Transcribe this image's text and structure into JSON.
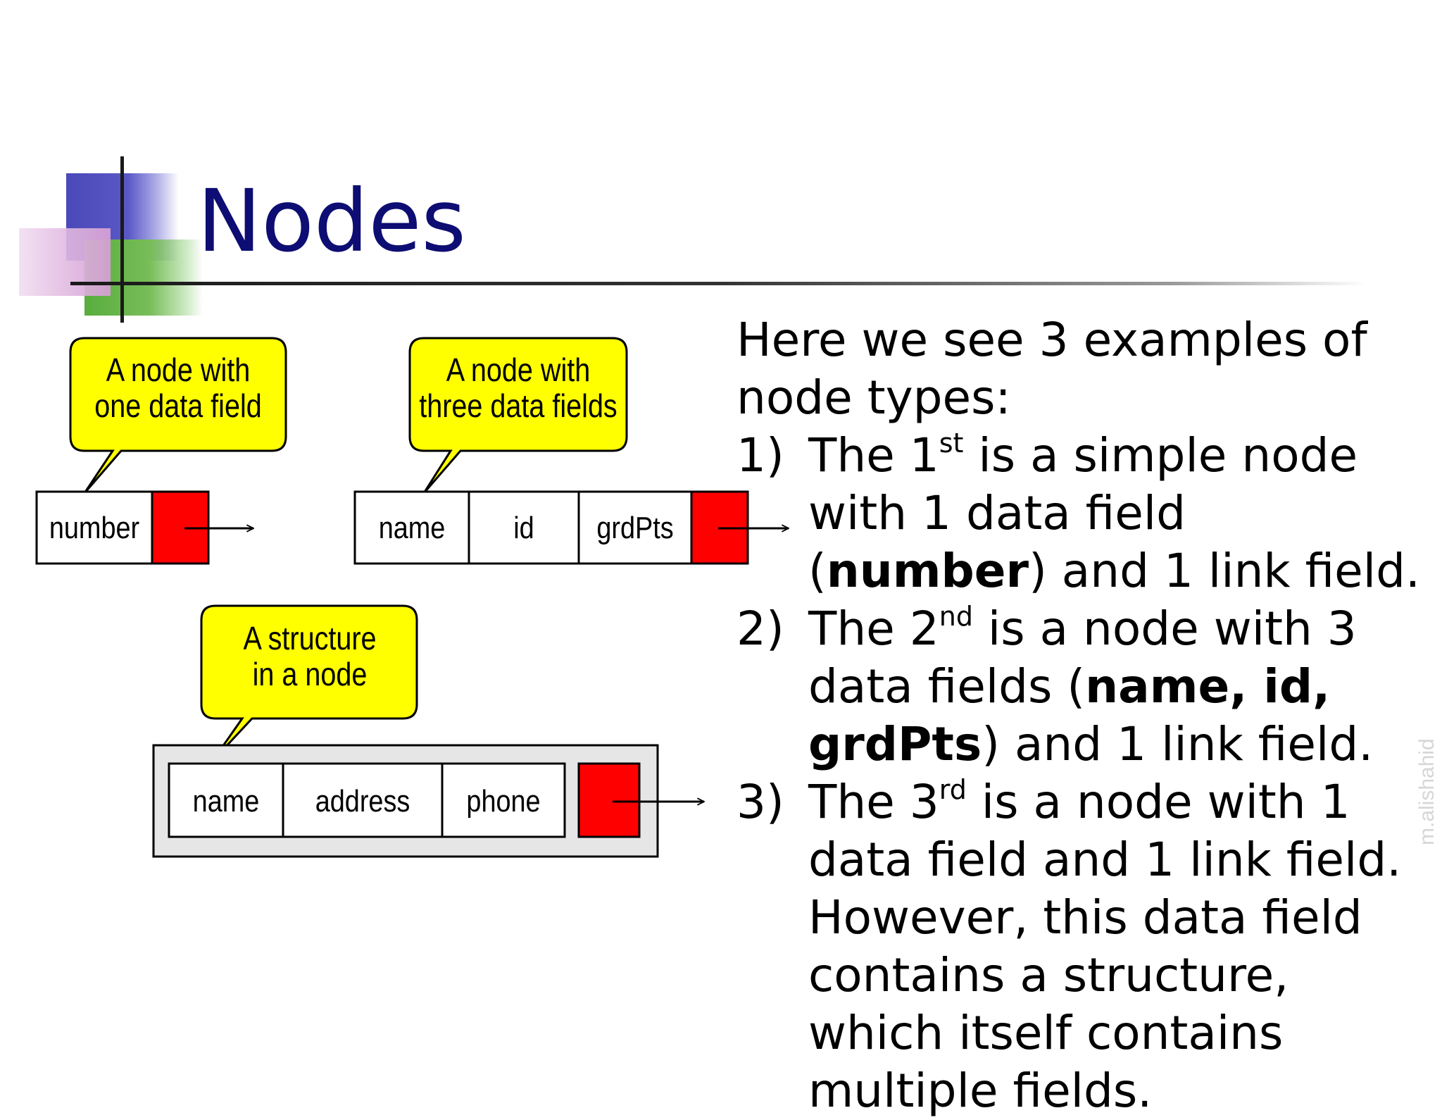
{
  "slide": {
    "title": "Nodes",
    "watermark": "m.alishahid"
  },
  "diagram": {
    "callouts": [
      {
        "line1": "A node with",
        "line2": "one data field"
      },
      {
        "line1": "A node with",
        "line2": "three data fields"
      },
      {
        "line1": "A structure",
        "line2": "in a node"
      }
    ],
    "node1": {
      "fields": [
        "number"
      ]
    },
    "node2": {
      "fields": [
        "name",
        "id",
        "grdPts"
      ]
    },
    "node3": {
      "fields": [
        "name",
        "address",
        "phone"
      ]
    },
    "colors": {
      "callout_fill": "#ffff00",
      "link_field": "#ff0000",
      "structure_fill": "#e6e6e6"
    }
  },
  "content": {
    "intro": "Here we see 3 examples of node types:",
    "items": [
      {
        "num": "1)",
        "a": "The 1",
        "sup": "st",
        "b": " is a simple node with 1 data field (",
        "bold": "number",
        "c": ") and 1 link field."
      },
      {
        "num": "2)",
        "a": "The 2",
        "sup": "nd",
        "b": " is a node with 3 data fields (",
        "bold": "name, id, grdPts",
        "c": ") and 1 link field."
      },
      {
        "num": "3)",
        "a": "The 3",
        "sup": "rd",
        "b": " is a node with 1 data field and 1 link field. However, this data field contains a structure, which itself contains multiple fields."
      }
    ]
  }
}
